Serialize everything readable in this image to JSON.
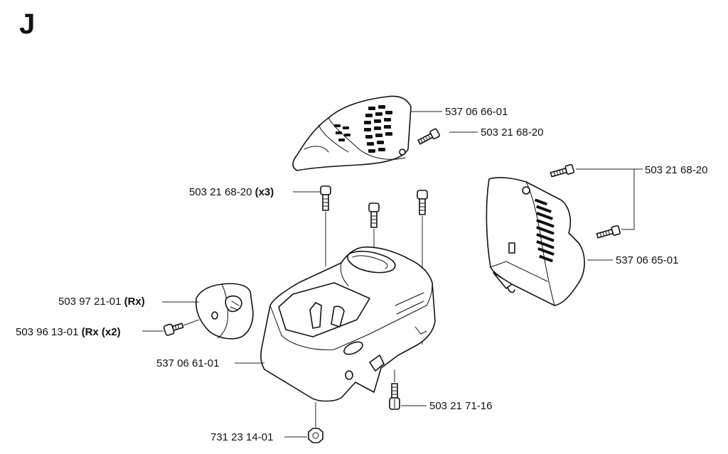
{
  "section_letter": "J",
  "labels": {
    "cover_top": "537 06 66-01",
    "screw_top": "503 21 68-20",
    "screw_right": "503 21 68-20",
    "screws_x3_num": "503 21 68-20",
    "screws_x3_qty": "(x3)",
    "cover_right": "537 06 65-01",
    "air_cup_num": "503 97 21-01",
    "air_cup_qty": "(Rx)",
    "screw_left_num": "503 96 13-01",
    "screw_left_qty": "(Rx (x2)",
    "housing": "537 06 61-01",
    "screw_bottom": "503 21 71-16",
    "nut": "731 23 14-01"
  }
}
